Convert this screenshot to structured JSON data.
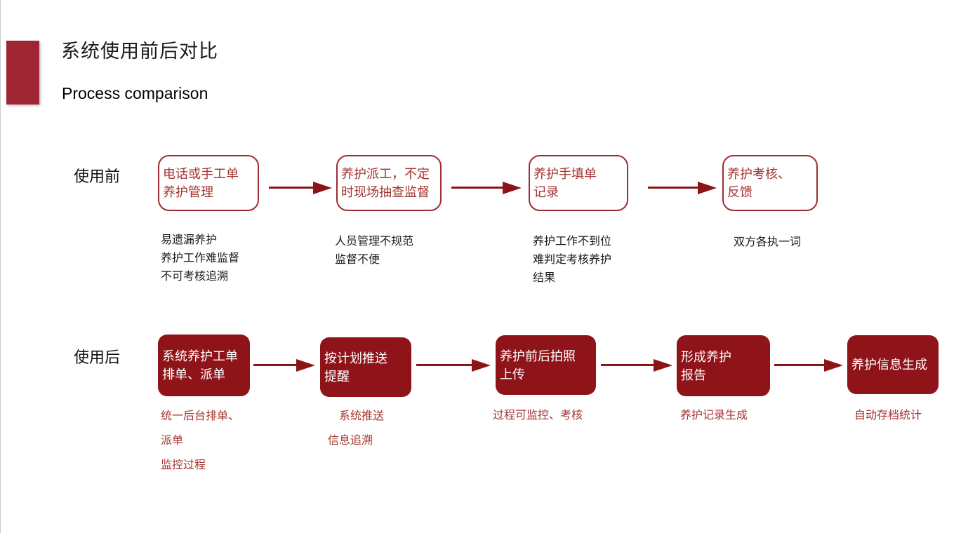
{
  "header": {
    "title": "系统使用前后对比",
    "subtitle": "Process comparison"
  },
  "before": {
    "label": "使用前",
    "steps": [
      {
        "box": "电话或手工单\n养护管理",
        "note": "易遗漏养护\n养护工作难监督\n不可考核追溯"
      },
      {
        "box": "养护派工，不定\n时现场抽查监督",
        "note": "人员管理不规范\n监督不便"
      },
      {
        "box": "养护手填单\n记录",
        "note": "养护工作不到位\n难判定考核养护\n结果"
      },
      {
        "box": "养护考核、\n反馈",
        "note": "双方各执一词"
      }
    ]
  },
  "after": {
    "label": "使用后",
    "steps": [
      {
        "box": "系统养护工单\n排单、派单",
        "note": "统一后台排单、\n派单\n监控过程"
      },
      {
        "box": "按计划推送\n提醒",
        "note": "　系统推送\n信息追溯"
      },
      {
        "box": "养护前后拍照\n上传",
        "note": "过程可监控、考核"
      },
      {
        "box": "形成养护\n报告",
        "note": "养护记录生成"
      },
      {
        "box": "养护信息生成",
        "note": "自动存档统计"
      }
    ]
  },
  "colors": {
    "accent_fill": "#8E1419",
    "accent_border": "#9F2B33",
    "accent_text": "#A3342F",
    "arrow": "#8C1316",
    "left_block": "#9E2533"
  }
}
